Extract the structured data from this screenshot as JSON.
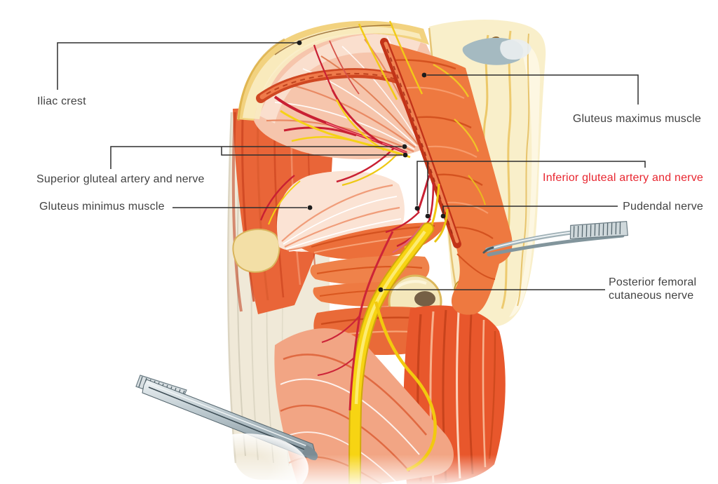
{
  "figure": {
    "kind": "anatomical-illustration",
    "subject": "Deep dissection of the gluteal region (posterior hip), gluteus maximus and medius reflected",
    "background_color": "#ffffff"
  },
  "labels": {
    "iliac_crest": {
      "text": "Iliac crest"
    },
    "gluteus_maximus": {
      "text": "Gluteus maximus muscle"
    },
    "superior_gluteal": {
      "text": "Superior gluteal artery and nerve"
    },
    "inferior_gluteal": {
      "text": "Inferior gluteal artery and nerve"
    },
    "gluteus_minimus": {
      "text": "Gluteus minimus muscle"
    },
    "pudendal": {
      "text": "Pudendal nerve"
    },
    "posterior_femoral": {
      "text": "Posterior femoral cutaneous nerve"
    }
  },
  "style": {
    "label_color": "#424242",
    "highlight_label_color": "#e8252f",
    "leader_line_color": "#2e2e2e",
    "dot_color": "#1c1c1c",
    "bone_color": "#f9efca",
    "muscle_color": "#ed6b35",
    "artery_color": "#c92033",
    "nerve_color": "#f6d214"
  }
}
